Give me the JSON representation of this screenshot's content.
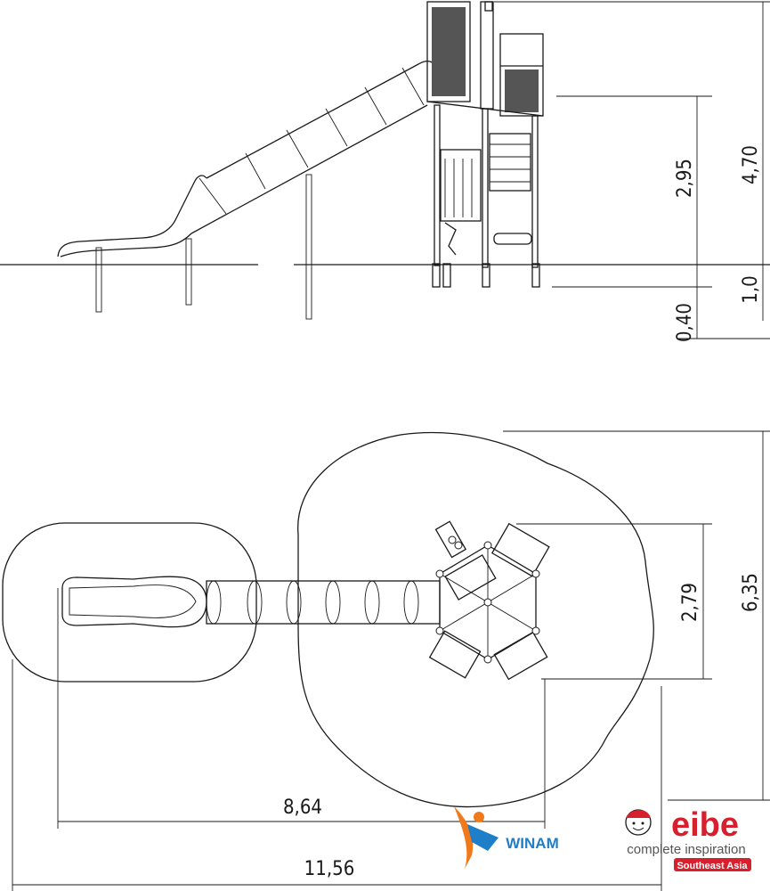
{
  "dimensions": {
    "side_view": {
      "total_height": "4,70",
      "platform_height": "2,95",
      "post_depth": "1,0",
      "ground_offset": "0,40"
    },
    "top_view": {
      "tower_width": "2,79",
      "safety_area_width": "6,35",
      "slide_length": "8,64",
      "total_length": "11,56"
    }
  },
  "logos": {
    "winam": {
      "name": "WINAM",
      "colors": {
        "orange": "#f07a1a",
        "blue": "#1e7fc8"
      }
    },
    "eibe": {
      "name": "eibe",
      "tagline": "complete inspiration",
      "region": "Southeast Asia",
      "colors": {
        "brand": "#d6202e",
        "tagline": "#555555"
      }
    }
  }
}
